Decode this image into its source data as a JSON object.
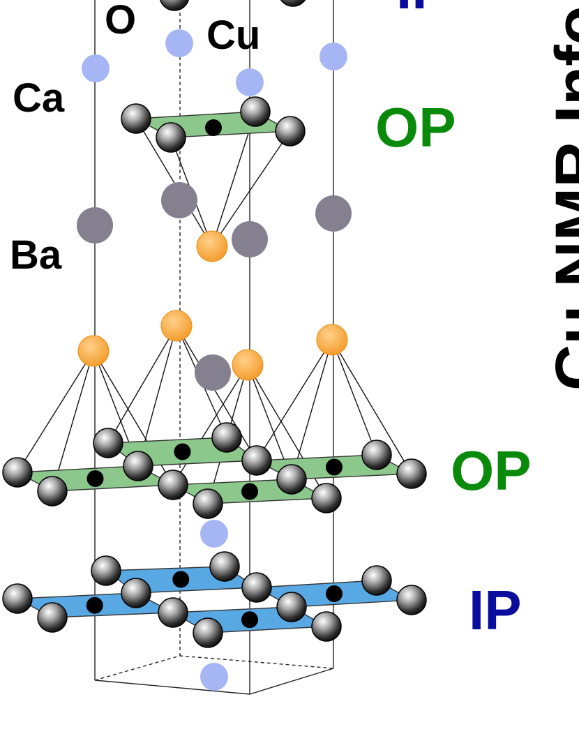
{
  "labels": {
    "oxygen": "O",
    "copper": "Cu",
    "calcium": "Ca",
    "barium": "Ba",
    "outer_plane_top": "OP",
    "outer_plane_mid": "OP",
    "inner_plane": "IP",
    "side_text": "Cu NMR Info",
    "top_cut_letter": "II"
  },
  "colors": {
    "outer_plane": "#8cc88c",
    "inner_plane": "#58a8e4",
    "apical_oxygen": "#f5a030",
    "barium_atom": "#858090",
    "calcium_atom": "#a6b6f4",
    "copper_atom": "#000000",
    "oxygen_atom": "#3a3a3a"
  }
}
